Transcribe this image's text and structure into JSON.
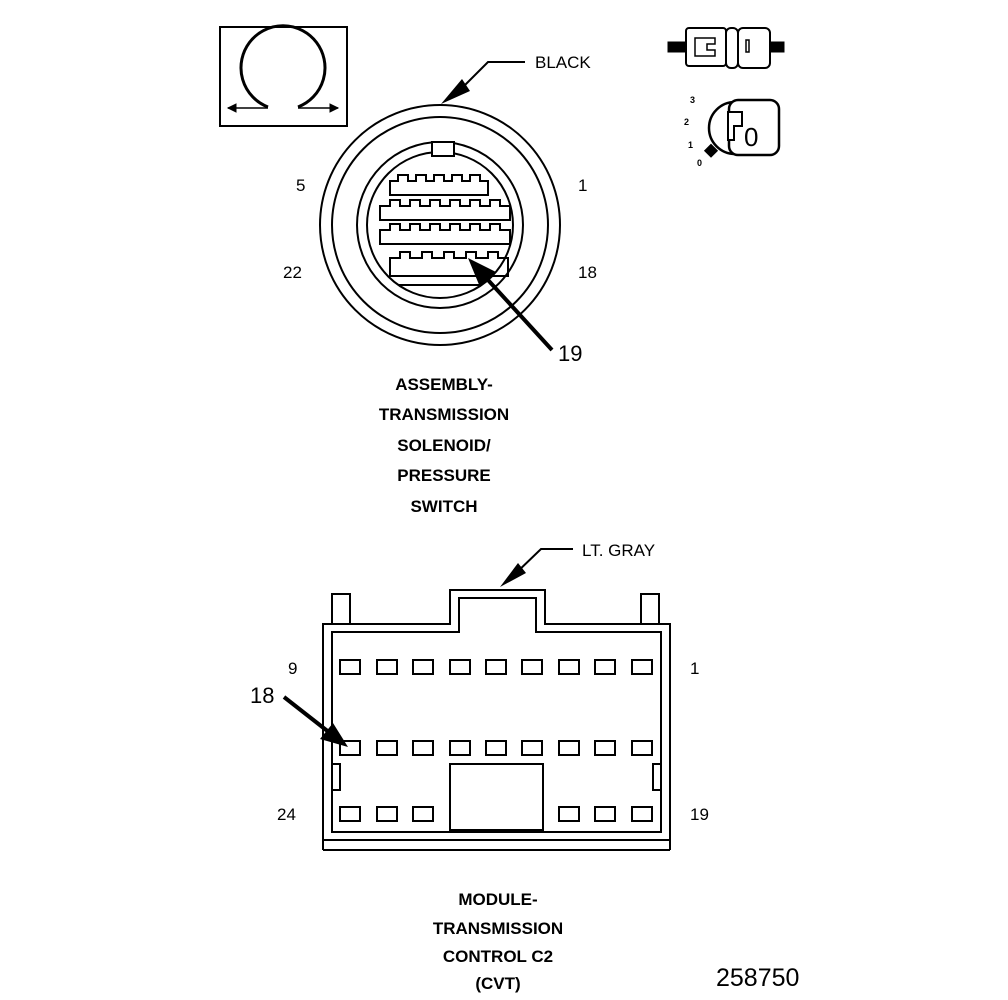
{
  "connector_1": {
    "color_label": "BLACK",
    "pin_labels": {
      "top_left": "5",
      "top_right": "1",
      "bottom_left": "22",
      "bottom_right": "18"
    },
    "callout": "19",
    "title_lines": [
      "ASSEMBLY-",
      "TRANSMISSION",
      "SOLENOID/",
      "PRESSURE",
      "SWITCH"
    ]
  },
  "connector_2": {
    "color_label": "LT. GRAY",
    "pin_labels": {
      "top_left": "9",
      "top_right": "1",
      "bottom_left": "24",
      "bottom_right": "19"
    },
    "callout": "18",
    "title_lines": [
      "MODULE-",
      "TRANSMISSION",
      "CONTROL C2",
      "(CVT)"
    ]
  },
  "key_switch_positions": [
    "3",
    "2",
    "1",
    "0"
  ],
  "key_label": "0",
  "figure_number": "258750",
  "icons": [
    "ohmmeter-icon",
    "connector-disconnect-icon",
    "ignition-key-off-icon"
  ]
}
